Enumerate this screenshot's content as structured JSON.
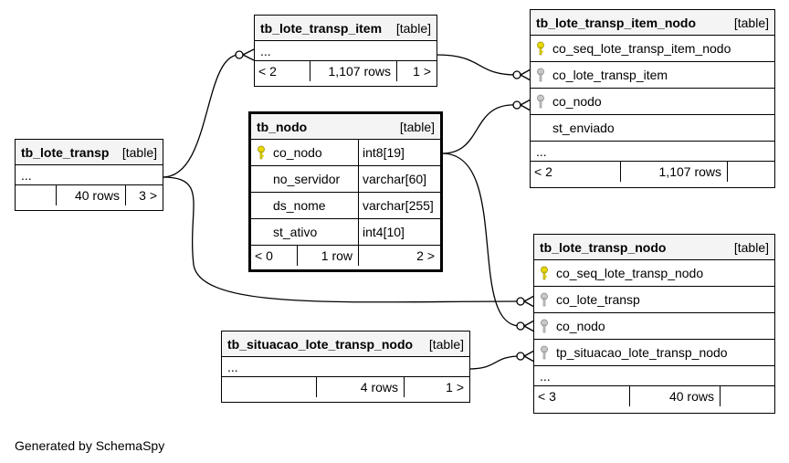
{
  "credit": "Generated by SchemaSpy",
  "tables": {
    "lote_transp_item": {
      "name": "tb_lote_transp_item",
      "kind": "[table]",
      "ellipsis": "...",
      "parents": "< 2",
      "rows": "1,107 rows",
      "children": "1 >"
    },
    "lote_transp_item_nodo": {
      "name": "tb_lote_transp_item_nodo",
      "kind": "[table]",
      "columns": [
        {
          "name": "co_seq_lote_transp_item_nodo",
          "key": "primary"
        },
        {
          "name": "co_lote_transp_item",
          "key": "foreign"
        },
        {
          "name": "co_nodo",
          "key": "foreign"
        },
        {
          "name": "st_enviado",
          "key": "none"
        }
      ],
      "ellipsis": "...",
      "parents": "< 2",
      "rows": "1,107 rows",
      "children": ""
    },
    "nodo": {
      "name": "tb_nodo",
      "kind": "[table]",
      "columns": [
        {
          "name": "co_nodo",
          "type": "int8[19]",
          "key": "primary"
        },
        {
          "name": "no_servidor",
          "type": "varchar[60]",
          "key": "none"
        },
        {
          "name": "ds_nome",
          "type": "varchar[255]",
          "key": "none"
        },
        {
          "name": "st_ativo",
          "type": "int4[10]",
          "key": "none"
        }
      ],
      "parents": "< 0",
      "rows": "1 row",
      "children": "2 >"
    },
    "lote_transp": {
      "name": "tb_lote_transp",
      "kind": "[table]",
      "ellipsis": "...",
      "parents": "",
      "rows": "40 rows",
      "children": "3 >"
    },
    "lote_transp_nodo": {
      "name": "tb_lote_transp_nodo",
      "kind": "[table]",
      "columns": [
        {
          "name": "co_seq_lote_transp_nodo",
          "key": "primary"
        },
        {
          "name": "co_lote_transp",
          "key": "foreign"
        },
        {
          "name": "co_nodo",
          "key": "foreign"
        },
        {
          "name": "tp_situacao_lote_transp_nodo",
          "key": "foreign"
        }
      ],
      "ellipsis": "...",
      "parents": "< 3",
      "rows": "40 rows",
      "children": ""
    },
    "situacao": {
      "name": "tb_situacao_lote_transp_nodo",
      "kind": "[table]",
      "ellipsis": "...",
      "parents": "",
      "rows": "4 rows",
      "children": "1 >"
    }
  },
  "colors": {
    "primary_key": "#e6d800",
    "foreign_key": "#a8a8a8",
    "header_bg": "#f4f4f4"
  }
}
